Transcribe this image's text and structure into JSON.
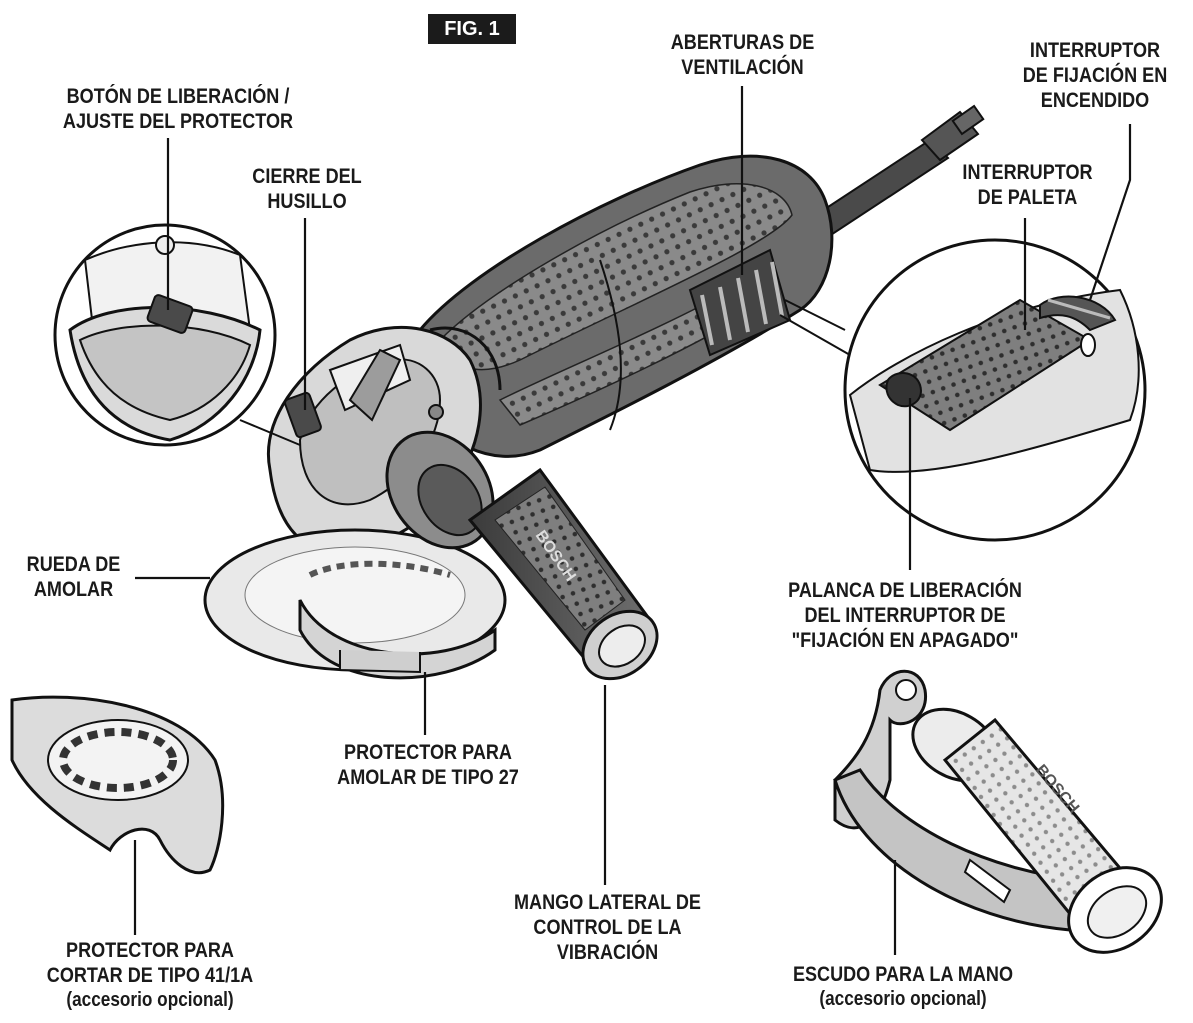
{
  "figure_badge": "FIG. 1",
  "labels": {
    "guard_release": [
      "BOTÓN DE LIBERACIÓN /",
      "AJUSTE DEL PROTECTOR"
    ],
    "spindle_lock": [
      "CIERRE DEL",
      "HUSILLO"
    ],
    "vents": [
      "ABERTURAS DE",
      "VENTILACIÓN"
    ],
    "lock_on_switch": [
      "INTERRUPTOR",
      "DE FIJACIÓN EN",
      "ENCENDIDO"
    ],
    "paddle_switch": [
      "INTERRUPTOR",
      "DE PALETA"
    ],
    "grinding_wheel": [
      "RUEDA DE",
      "AMOLAR"
    ],
    "lock_off_lever": [
      "PALANCA DE LIBERACIÓN",
      "DEL INTERRUPTOR DE",
      "\"FIJACIÓN EN APAGADO\""
    ],
    "type27_guard": [
      "PROTECTOR PARA",
      "AMOLAR DE TIPO 27"
    ],
    "side_handle": [
      "MANGO LATERAL DE",
      "CONTROL DE LA",
      "VIBRACIÓN"
    ],
    "type41_guard": [
      "PROTECTOR PARA",
      "CORTAR DE TIPO 41/1A",
      "(accesorio opcional)"
    ],
    "hand_shield": [
      "ESCUDO PARA LA MANO",
      "(accesorio opcional)"
    ]
  },
  "handle_brand_text": "BOSCH"
}
